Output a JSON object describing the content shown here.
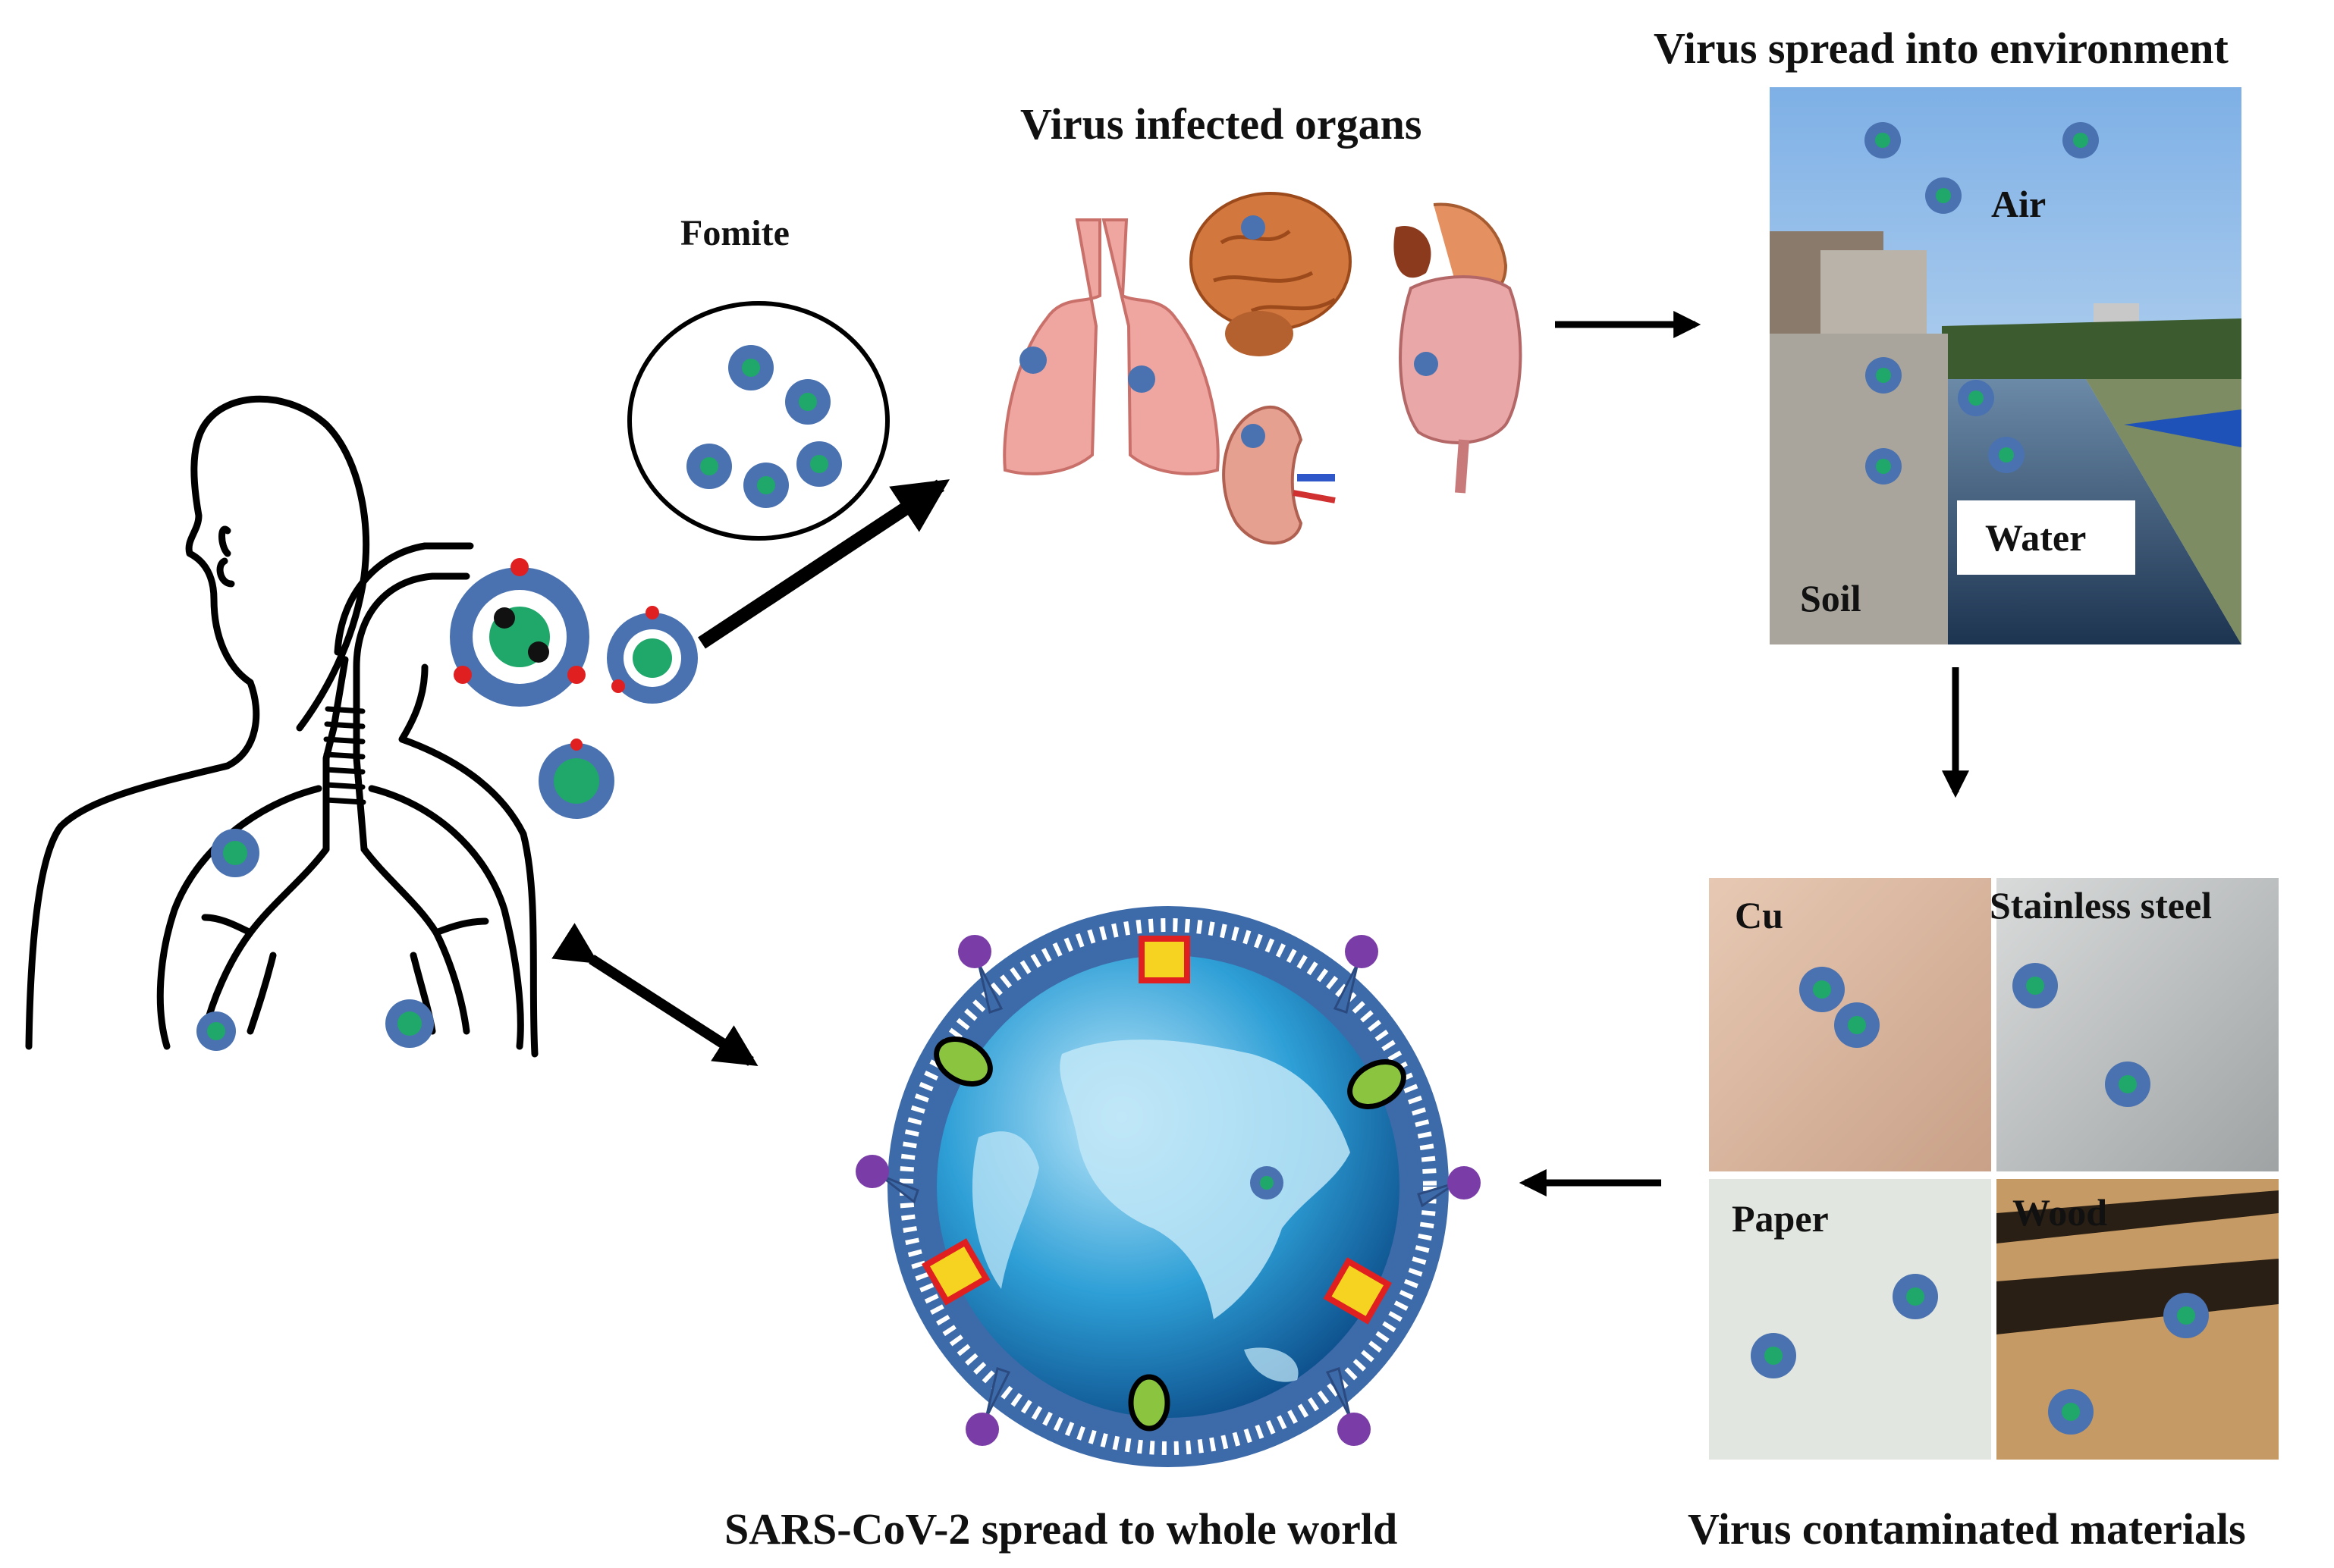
{
  "labels": {
    "fomite": "Fomite",
    "organs_title": "Virus infected organs",
    "environment_title": "Virus spread into environment",
    "air": "Air",
    "water": "Water",
    "soil": "Soil",
    "materials_title": "Virus contaminated materials",
    "cu": "Cu",
    "steel": "Stainless steel",
    "paper": "Paper",
    "wood": "Wood",
    "world_title": "SARS-CoV-2 spread to whole world"
  },
  "colors": {
    "virus_body": "#4a72b0",
    "virus_core": "#1fa86a",
    "spike_red": "#e02020",
    "sky": "#9cc3ea",
    "globe": "#2e9fd6",
    "membrane": "#3d6aa8",
    "copper": "#d8b49c",
    "steel": "#bfc2c2",
    "paper": "#e2e6e0",
    "wood": "#c69a64"
  }
}
